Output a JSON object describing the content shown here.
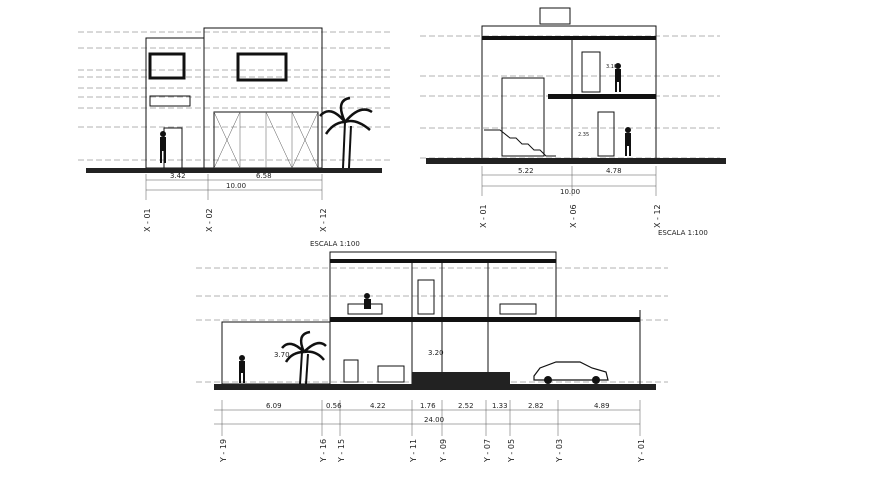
{
  "scales": {
    "scale_a": "ESCALA 1:100",
    "scale_b": "ESCALA 1:100"
  },
  "front_elevation": {
    "dims": [
      "3.42",
      "6.58"
    ],
    "total": "10.00",
    "axes": [
      "X - 01",
      "X - 02",
      "X - 12"
    ]
  },
  "side_section": {
    "dims": [
      "5.22",
      "4.78"
    ],
    "total": "10.00",
    "axes": [
      "X - 01",
      "X - 06",
      "X - 12"
    ],
    "heights": [
      "3.10",
      "2.35"
    ]
  },
  "long_section": {
    "dims": [
      "6.09",
      "0.56",
      "4.22",
      "1.76",
      "2.52",
      "1.33",
      "2.82",
      "4.89"
    ],
    "total": "24.00",
    "axes": [
      "Y - 19",
      "Y - 16",
      "Y - 15",
      "Y - 11",
      "Y - 09",
      "Y - 07",
      "Y - 05",
      "Y - 03",
      "Y - 01"
    ],
    "heights": [
      "3.70",
      "3.20"
    ]
  },
  "colors": {
    "line": "#111111",
    "ground": "#222222",
    "background": "#ffffff"
  }
}
